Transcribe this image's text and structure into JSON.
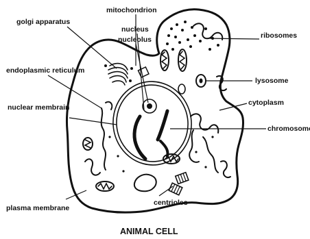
{
  "title": "ANIMAL CELL",
  "labels": {
    "golgi_apparatus": "golgi apparatus",
    "mitochondrion": "mitochondrion",
    "nucleus": "nucleus",
    "nucleolus": "nucleolus",
    "ribosomes": "ribosomes",
    "endoplasmic_reticulum": "endoplasmic reticulum",
    "lysosome": "lysosome",
    "cytoplasm": "cytoplasm",
    "nuclear_membrain": "nuclear membrain",
    "chromosome": "chromosome",
    "plasma_membrane": "plasma membrane",
    "centrioles": "centrioles"
  },
  "colors": {
    "ink": "#111111",
    "background": "#ffffff"
  }
}
